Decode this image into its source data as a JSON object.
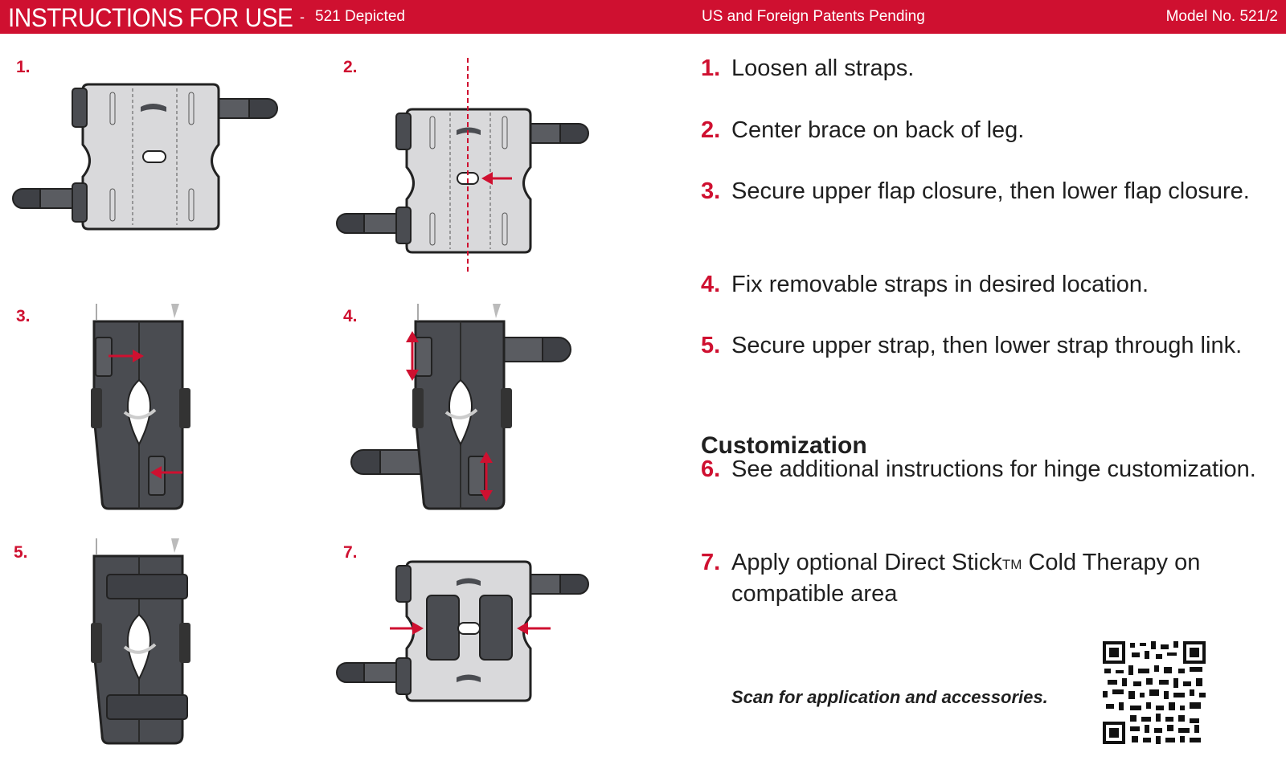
{
  "header": {
    "title": "INSTRUCTIONS FOR USE",
    "dash": "-",
    "subtitle": "521 Depicted",
    "patents": "US and Foreign Patents Pending",
    "model": "Model No. 521/2"
  },
  "figures": [
    {
      "num": "1."
    },
    {
      "num": "2."
    },
    {
      "num": "3."
    },
    {
      "num": "4."
    },
    {
      "num": "5."
    },
    {
      "num": "7."
    }
  ],
  "steps": [
    {
      "num": "1.",
      "text": "Loosen all straps."
    },
    {
      "num": "2.",
      "text": "Center brace on back of leg."
    },
    {
      "num": "3.",
      "text": "Secure upper flap closure, then lower flap closure."
    },
    {
      "num": "4.",
      "text": "Fix removable straps in desired location."
    },
    {
      "num": "5.",
      "text": "Secure upper strap, then lower strap through link."
    }
  ],
  "customization": {
    "heading": "Customization",
    "step6": {
      "num": "6.",
      "text": "See additional instructions for hinge customization."
    },
    "step7": {
      "num": "7.",
      "text_a": "Apply optional Direct Stick",
      "tm": "TM",
      "text_b": " Cold Therapy on compatible area"
    }
  },
  "scan_text": "Scan for application and accessories.",
  "colors": {
    "accent": "#cf1030",
    "brace_fill": "#d9d9db",
    "brace_dark": "#4a4c51",
    "outline": "#2a2a2a"
  }
}
